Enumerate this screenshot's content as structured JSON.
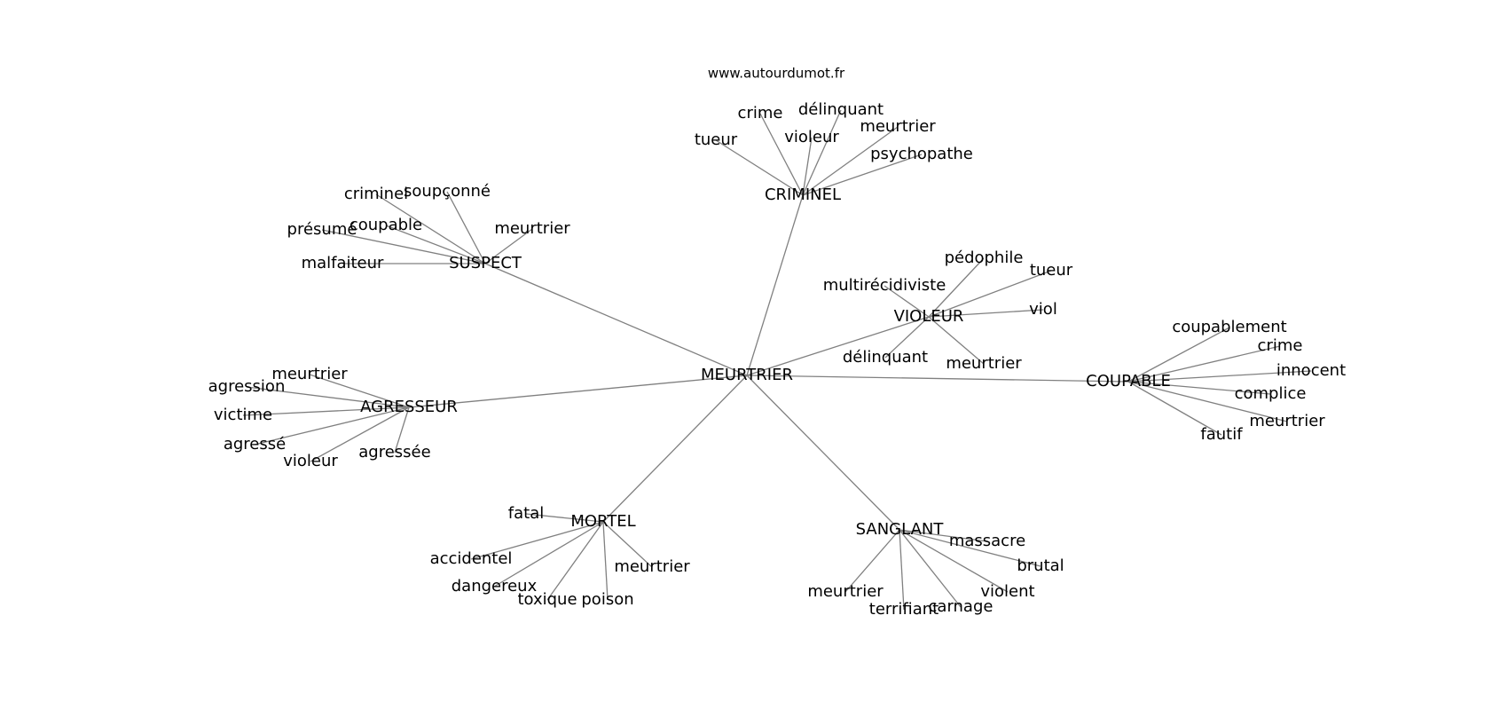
{
  "site": "www.autourdumot.fr",
  "graph": {
    "center": "MEURTRIER",
    "nodes": [
      {
        "id": "center",
        "label": "MEURTRIER"
      },
      {
        "id": "h_criminel",
        "label": "CRIMINEL"
      },
      {
        "id": "h_suspect",
        "label": "SUSPECT"
      },
      {
        "id": "h_violeur",
        "label": "VIOLEUR"
      },
      {
        "id": "h_coupable",
        "label": "COUPABLE"
      },
      {
        "id": "h_agresseur",
        "label": "AGRESSEUR"
      },
      {
        "id": "h_mortel",
        "label": "MORTEL"
      },
      {
        "id": "h_sanglant",
        "label": "SANGLANT"
      },
      {
        "id": "cr_tueur",
        "label": "tueur"
      },
      {
        "id": "cr_crime",
        "label": "crime"
      },
      {
        "id": "cr_delinquant",
        "label": "délinquant"
      },
      {
        "id": "cr_violeur",
        "label": "violeur"
      },
      {
        "id": "cr_meurtrier",
        "label": "meurtrier"
      },
      {
        "id": "cr_psychopathe",
        "label": "psychopathe"
      },
      {
        "id": "su_criminel",
        "label": "criminel"
      },
      {
        "id": "su_soupconne",
        "label": "soupçonné"
      },
      {
        "id": "su_presume",
        "label": "présumé"
      },
      {
        "id": "su_coupable",
        "label": "coupable"
      },
      {
        "id": "su_meurtrier",
        "label": "meurtrier"
      },
      {
        "id": "su_malfaiteur",
        "label": "malfaiteur"
      },
      {
        "id": "vi_pedophile",
        "label": "pédophile"
      },
      {
        "id": "vi_tueur",
        "label": "tueur"
      },
      {
        "id": "vi_multirecidiviste",
        "label": "multirécidiviste"
      },
      {
        "id": "vi_viol",
        "label": "viol"
      },
      {
        "id": "vi_delinquant",
        "label": "délinquant"
      },
      {
        "id": "vi_meurtrier",
        "label": "meurtrier"
      },
      {
        "id": "co_coupablement",
        "label": "coupablement"
      },
      {
        "id": "co_crime",
        "label": "crime"
      },
      {
        "id": "co_innocent",
        "label": "innocent"
      },
      {
        "id": "co_complice",
        "label": "complice"
      },
      {
        "id": "co_meurtrier",
        "label": "meurtrier"
      },
      {
        "id": "co_fautif",
        "label": "fautif"
      },
      {
        "id": "ag_meurtrier",
        "label": "meurtrier"
      },
      {
        "id": "ag_agression",
        "label": "agression"
      },
      {
        "id": "ag_victime",
        "label": "victime"
      },
      {
        "id": "ag_agresse",
        "label": "agressé"
      },
      {
        "id": "ag_violeur",
        "label": "violeur"
      },
      {
        "id": "ag_agressee",
        "label": "agressée"
      },
      {
        "id": "mo_fatal",
        "label": "fatal"
      },
      {
        "id": "mo_accidentel",
        "label": "accidentel"
      },
      {
        "id": "mo_dangereux",
        "label": "dangereux"
      },
      {
        "id": "mo_toxique",
        "label": "toxique"
      },
      {
        "id": "mo_poison",
        "label": "poison"
      },
      {
        "id": "mo_meurtrier",
        "label": "meurtrier"
      },
      {
        "id": "sa_massacre",
        "label": "massacre"
      },
      {
        "id": "sa_brutal",
        "label": "brutal"
      },
      {
        "id": "sa_meurtrier",
        "label": "meurtrier"
      },
      {
        "id": "sa_terrifiant",
        "label": "terrifiant"
      },
      {
        "id": "sa_carnage",
        "label": "carnage"
      },
      {
        "id": "sa_violent",
        "label": "violent"
      }
    ],
    "edges": [
      [
        "center",
        "h_criminel"
      ],
      [
        "center",
        "h_suspect"
      ],
      [
        "center",
        "h_violeur"
      ],
      [
        "center",
        "h_coupable"
      ],
      [
        "center",
        "h_agresseur"
      ],
      [
        "center",
        "h_mortel"
      ],
      [
        "center",
        "h_sanglant"
      ],
      [
        "h_criminel",
        "cr_tueur"
      ],
      [
        "h_criminel",
        "cr_crime"
      ],
      [
        "h_criminel",
        "cr_delinquant"
      ],
      [
        "h_criminel",
        "cr_violeur"
      ],
      [
        "h_criminel",
        "cr_meurtrier"
      ],
      [
        "h_criminel",
        "cr_psychopathe"
      ],
      [
        "h_suspect",
        "su_criminel"
      ],
      [
        "h_suspect",
        "su_soupconne"
      ],
      [
        "h_suspect",
        "su_presume"
      ],
      [
        "h_suspect",
        "su_coupable"
      ],
      [
        "h_suspect",
        "su_meurtrier"
      ],
      [
        "h_suspect",
        "su_malfaiteur"
      ],
      [
        "h_violeur",
        "vi_pedophile"
      ],
      [
        "h_violeur",
        "vi_tueur"
      ],
      [
        "h_violeur",
        "vi_multirecidiviste"
      ],
      [
        "h_violeur",
        "vi_viol"
      ],
      [
        "h_violeur",
        "vi_delinquant"
      ],
      [
        "h_violeur",
        "vi_meurtrier"
      ],
      [
        "h_coupable",
        "co_coupablement"
      ],
      [
        "h_coupable",
        "co_crime"
      ],
      [
        "h_coupable",
        "co_innocent"
      ],
      [
        "h_coupable",
        "co_complice"
      ],
      [
        "h_coupable",
        "co_meurtrier"
      ],
      [
        "h_coupable",
        "co_fautif"
      ],
      [
        "h_agresseur",
        "ag_meurtrier"
      ],
      [
        "h_agresseur",
        "ag_agression"
      ],
      [
        "h_agresseur",
        "ag_victime"
      ],
      [
        "h_agresseur",
        "ag_agresse"
      ],
      [
        "h_agresseur",
        "ag_violeur"
      ],
      [
        "h_agresseur",
        "ag_agressee"
      ],
      [
        "h_mortel",
        "mo_fatal"
      ],
      [
        "h_mortel",
        "mo_accidentel"
      ],
      [
        "h_mortel",
        "mo_dangereux"
      ],
      [
        "h_mortel",
        "mo_toxique"
      ],
      [
        "h_mortel",
        "mo_poison"
      ],
      [
        "h_mortel",
        "mo_meurtrier"
      ],
      [
        "h_sanglant",
        "sa_massacre"
      ],
      [
        "h_sanglant",
        "sa_brutal"
      ],
      [
        "h_sanglant",
        "sa_meurtrier"
      ],
      [
        "h_sanglant",
        "sa_terrifiant"
      ],
      [
        "h_sanglant",
        "sa_carnage"
      ],
      [
        "h_sanglant",
        "sa_violent"
      ]
    ]
  },
  "colors": {
    "edge": "#808080",
    "text": "#000000",
    "background": "#ffffff"
  }
}
